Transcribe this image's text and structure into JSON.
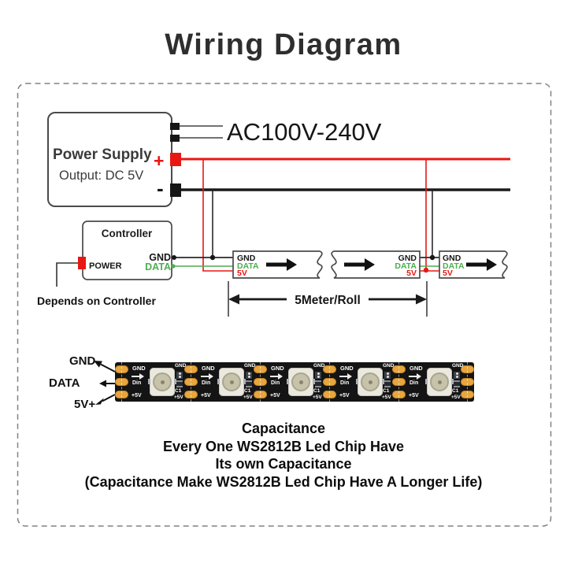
{
  "title": "Wiring Diagram",
  "power_supply": {
    "label": "Power Supply",
    "output_label": "Output: DC 5V",
    "plus": "+",
    "minus": "-",
    "ac_input_label": "AC100V-240V"
  },
  "controller": {
    "label": "Controller",
    "power_terminal": "POWER",
    "gnd": "GND",
    "data": "DATA",
    "note": "Depends on Controller"
  },
  "strip_schematic": {
    "gnd": "GND",
    "data": "DATA",
    "v5": "5V",
    "roll_length": "5Meter/Roll"
  },
  "photo": {
    "gnd": "GND",
    "data": "DATA",
    "v5": "5V+",
    "led_count": 5,
    "cell": {
      "gnd": "GND",
      "din": "Din",
      "plus5v": "+5V",
      "c1": "C1"
    }
  },
  "caption": {
    "line1": "Capacitance",
    "line2": "Every One WS2812B Led Chip Have",
    "line3": "Its own Capacitance",
    "line4": "(Capacitance Make WS2812B Led Chip Have A Longer Life)"
  },
  "colors": {
    "wire_red": "#e81713",
    "wire_black": "#1b1b1b",
    "data_green": "#4cae4f",
    "pad_gold": "#e7a63e",
    "border_gray": "#4a4a4a"
  }
}
